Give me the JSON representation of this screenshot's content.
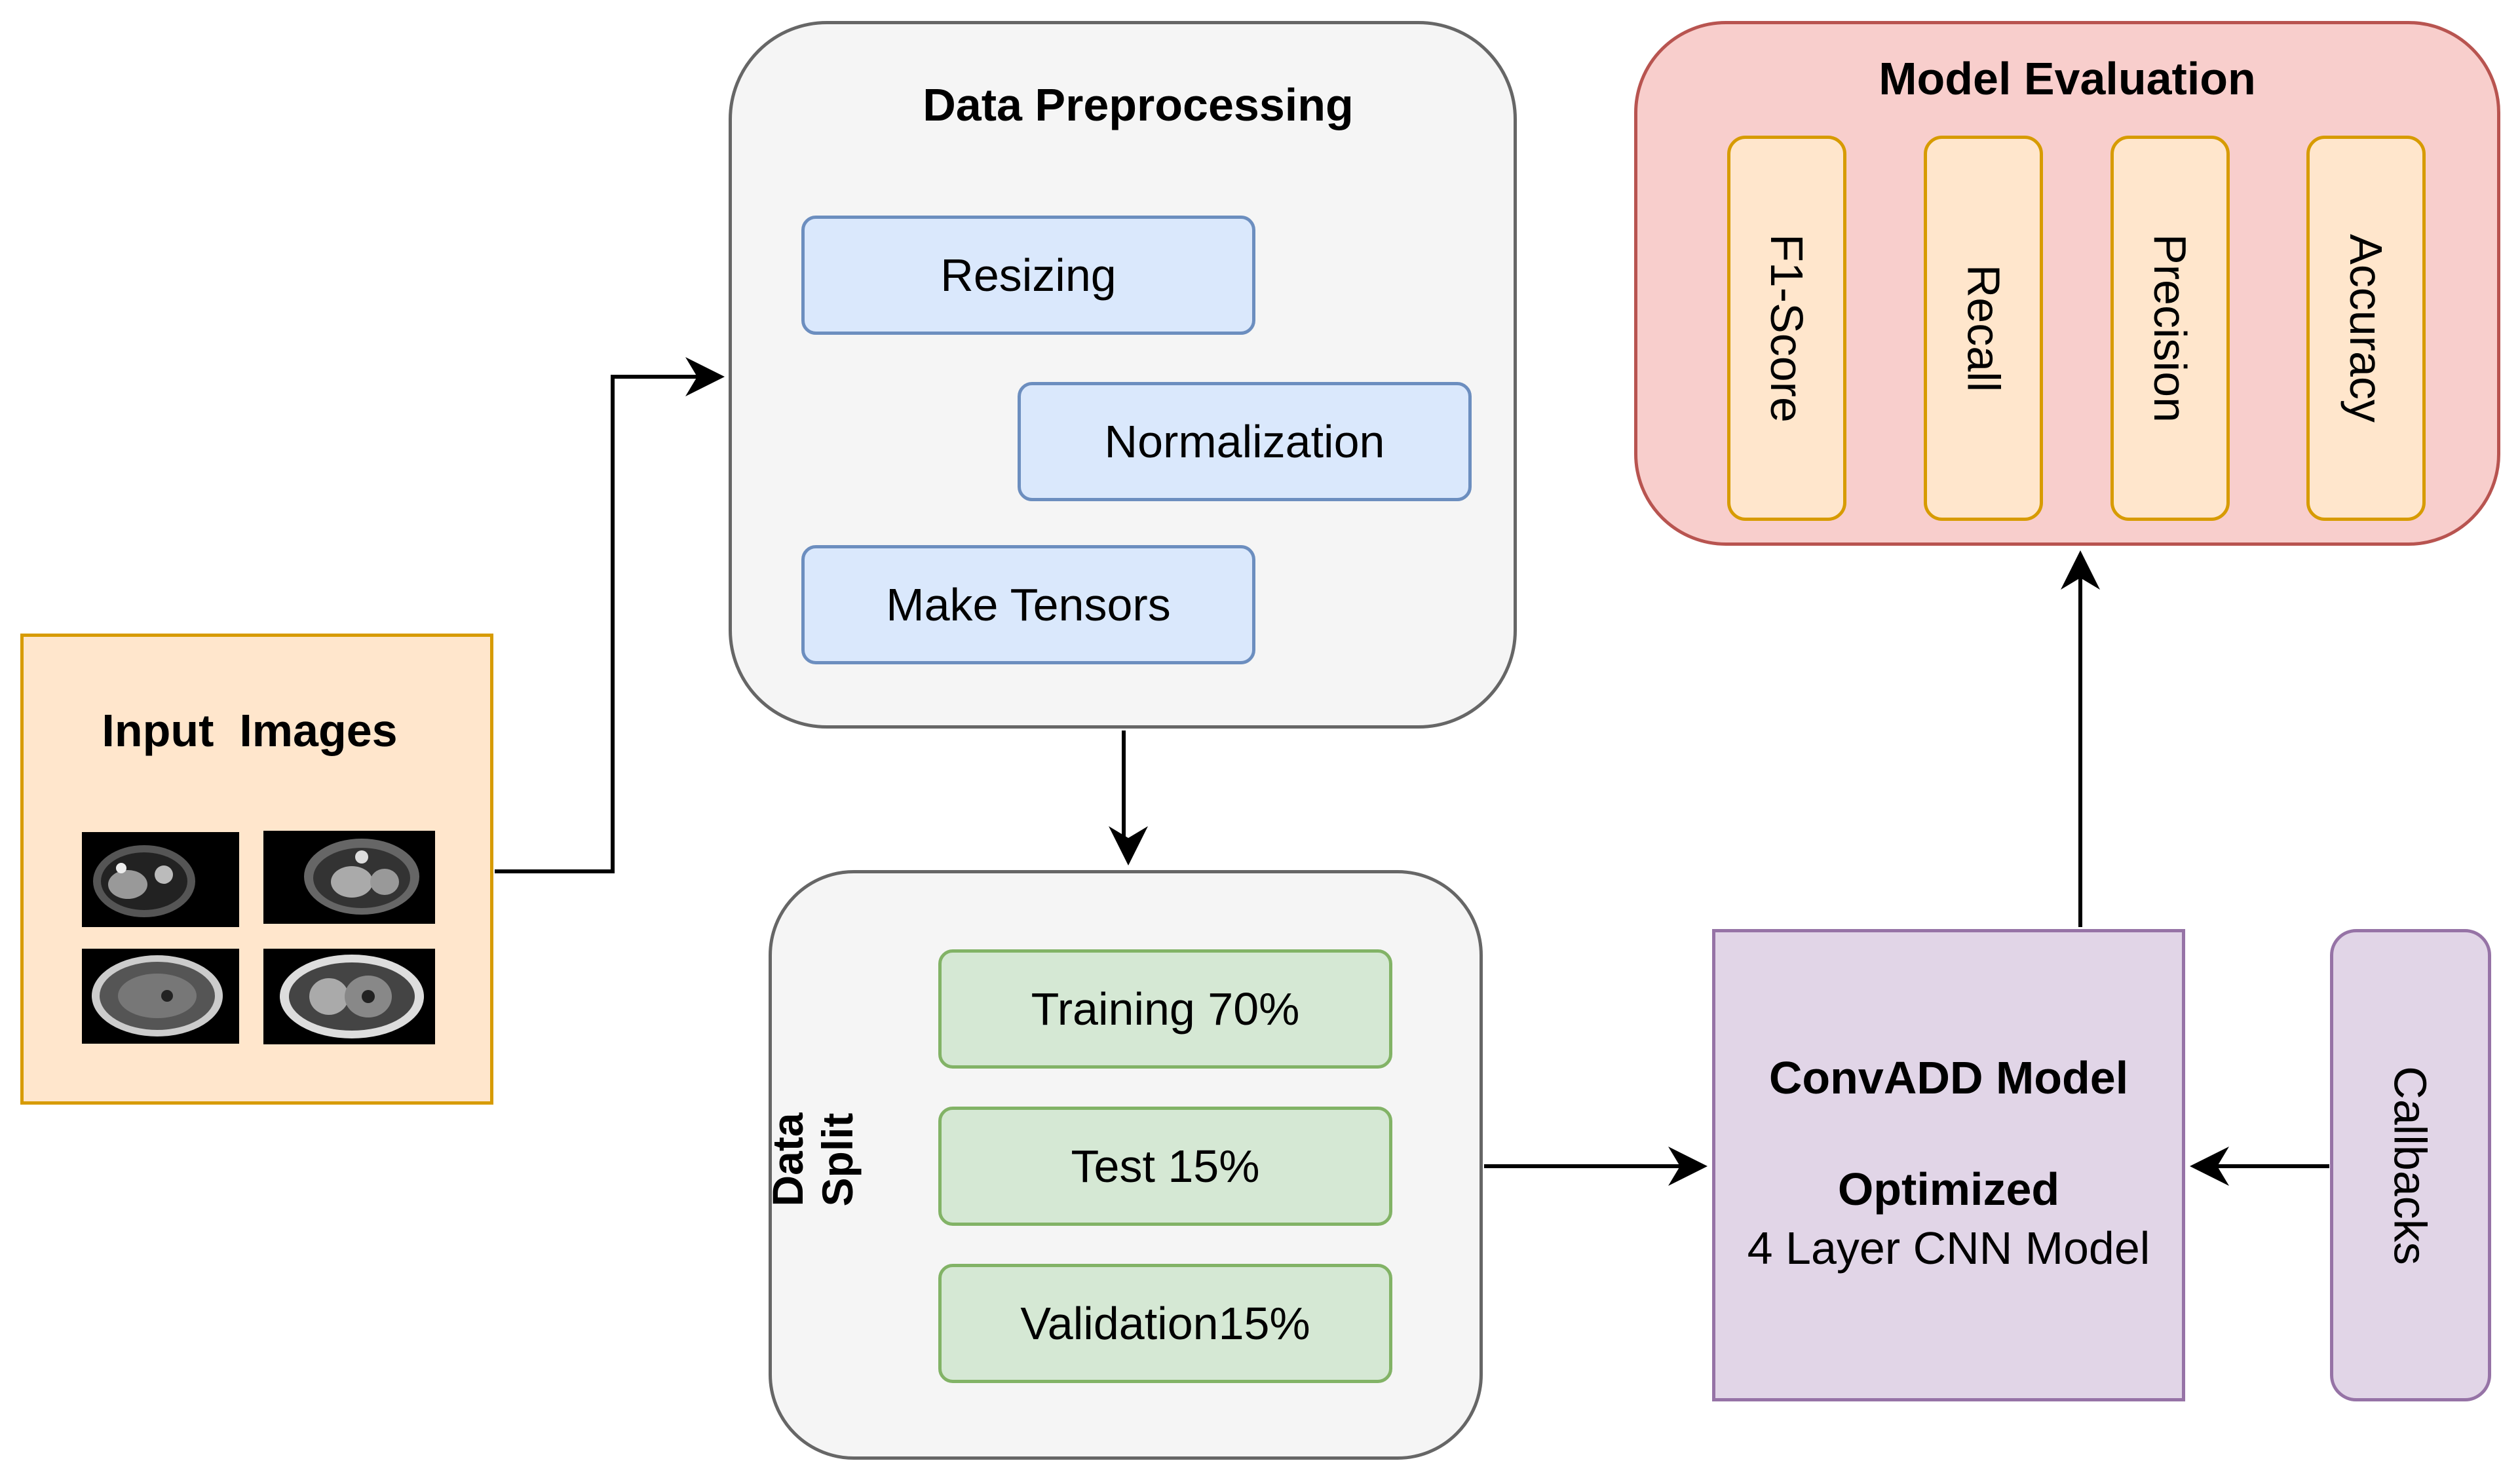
{
  "input": {
    "title": "Input  Images"
  },
  "preprocessing": {
    "title": "Data Preprocessing",
    "steps": [
      "Resizing",
      "Normalization",
      "Make Tensors"
    ]
  },
  "split": {
    "title": "Data Split",
    "items": [
      "Training 70%",
      "Test 15%",
      "Validation15%"
    ]
  },
  "evaluation": {
    "title": "Model Evaluation",
    "metrics": [
      "F1-Score",
      "Recall",
      "Precision",
      "Accuracy"
    ]
  },
  "model": {
    "title": "ConvADD Model",
    "subtitle_bold": "Optimized",
    "subtitle": "4 Layer CNN Model"
  },
  "callbacks": {
    "label": "Callbacks"
  },
  "colors": {
    "input_fill": "#ffe6cc",
    "input_stroke": "#d79b00",
    "container_fill": "#f5f5f5",
    "container_stroke": "#666666",
    "blue_fill": "#dae8fc",
    "blue_stroke": "#6c8ebf",
    "green_fill": "#d5e8d4",
    "green_stroke": "#82b366",
    "eval_fill": "#f8cecc",
    "eval_stroke": "#b85450",
    "metric_fill": "#ffe6cc",
    "metric_stroke": "#d79b00",
    "model_fill": "#e1d5e7",
    "model_stroke": "#9673a6"
  }
}
